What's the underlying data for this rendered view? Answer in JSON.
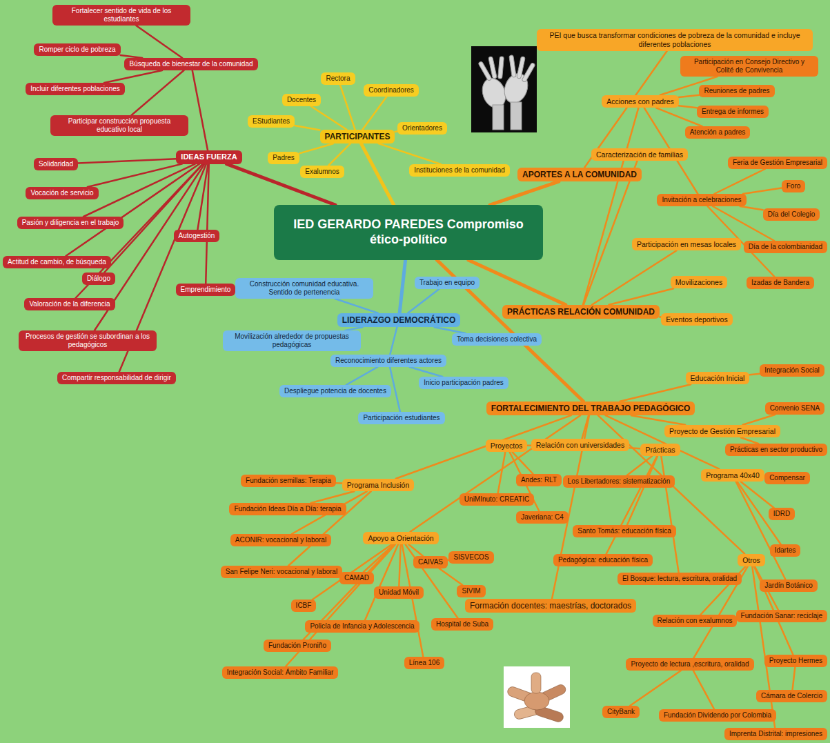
{
  "diagram": {
    "nodes": [
      {
        "text": [
          "IED GERARDO PAREDES Compromiso ético-político"
        ]
      },
      {
        "text": [
          "PARTICIPANTES"
        ]
      },
      {
        "text": [
          "Rectora"
        ]
      },
      {
        "text": [
          "Coordinadores"
        ]
      },
      {
        "text": [
          "Docentes"
        ]
      },
      {
        "text": [
          "EStudiantes"
        ]
      },
      {
        "text": [
          "Orientadores"
        ]
      },
      {
        "text": [
          "Padres"
        ]
      },
      {
        "text": [
          "Exalumnos"
        ]
      },
      {
        "text": [
          "Instituciones de la comunidad"
        ]
      },
      {
        "text": [
          "IDEAS FUERZA"
        ]
      },
      {
        "text": [
          "Búsqueda de bienestar de la comunidad"
        ]
      },
      {
        "text": [
          "Fortalecer sentido de vida de los estudiantes"
        ]
      },
      {
        "text": [
          "Romper ciclo de pobreza"
        ]
      },
      {
        "text": [
          "Incluir diferentes poblaciones"
        ]
      },
      {
        "text": [
          "Participar construcción propuesta educativo local"
        ]
      },
      {
        "text": [
          "Solidaridad"
        ]
      },
      {
        "text": [
          "Vocación de servicio"
        ]
      },
      {
        "text": [
          "Pasión y diligencia en el trabajo"
        ]
      },
      {
        "text": [
          "Actitud de cambio, de búsqueda"
        ]
      },
      {
        "text": [
          "Diálogo"
        ]
      },
      {
        "text": [
          "Valoración de la diferencia"
        ]
      },
      {
        "text": [
          "Procesos de gestión se subordinan a los pedagógicos"
        ]
      },
      {
        "text": [
          "Compartir responsabilidad de dirigir"
        ]
      },
      {
        "text": [
          "Autogestión"
        ]
      },
      {
        "text": [
          "Emprendimiento"
        ]
      },
      {
        "text": [
          "LIDERAZGO DEMOCRÁTICO"
        ]
      },
      {
        "text": [
          "Construcción comunidad educativa. Sentido de pertenencia"
        ]
      },
      {
        "text": [
          "Trabajo en equipo"
        ]
      },
      {
        "text": [
          "Toma decisiones colectiva"
        ]
      },
      {
        "text": [
          "Movilización alrededor de propuestas pedagógicas"
        ]
      },
      {
        "text": [
          "Reconocimiento diferentes actores"
        ]
      },
      {
        "text": [
          "Despliegue potencia de docentes"
        ]
      },
      {
        "text": [
          "Inicio participación padres"
        ]
      },
      {
        "text": [
          "Participación estudiantes"
        ]
      },
      {
        "text": [
          "APORTES A LA COMUNIDAD"
        ]
      },
      {
        "text": [
          "PEI que busca transformar condiciones de pobreza de la comunidad e incluye diferentes poblaciones"
        ]
      },
      {
        "text": [
          "PRÁCTICAS RELACIÓN COMUNIDAD"
        ]
      },
      {
        "text": [
          "Acciones con padres"
        ]
      },
      {
        "text": [
          "Caracterización de familias"
        ]
      },
      {
        "text": [
          "Participación en Consejo Directivo y Colité de Convivencia"
        ]
      },
      {
        "text": [
          "Reuniones de padres"
        ]
      },
      {
        "text": [
          "Entrega de informes"
        ]
      },
      {
        "text": [
          "Atención a padres"
        ]
      },
      {
        "text": [
          "Invitación a celebraciones"
        ]
      },
      {
        "text": [
          "Feria de Gestión Empresarial"
        ]
      },
      {
        "text": [
          "Foro"
        ]
      },
      {
        "text": [
          "Día del Colegio"
        ]
      },
      {
        "text": [
          "Día de la colombianidad"
        ]
      },
      {
        "text": [
          "Izadas de Bandera"
        ]
      },
      {
        "text": [
          "Participación en mesas locales"
        ]
      },
      {
        "text": [
          "Movilizaciones"
        ]
      },
      {
        "text": [
          "Eventos deportivos"
        ]
      },
      {
        "text": [
          "FORTALECIMIENTO DEL TRABAJO PEDAGÓGICO"
        ]
      },
      {
        "text": [
          "Educación Inicial"
        ]
      },
      {
        "text": [
          "Integración Social"
        ]
      },
      {
        "text": [
          "Proyecto de Gestión Empresarial"
        ]
      },
      {
        "text": [
          "Convenio SENA"
        ]
      },
      {
        "text": [
          "Prácticas en sector productivo"
        ]
      },
      {
        "text": [
          "Programa 40x40"
        ]
      },
      {
        "text": [
          "Compensar"
        ]
      },
      {
        "text": [
          "IDRD"
        ]
      },
      {
        "text": [
          "Idartes"
        ]
      },
      {
        "text": [
          "Jardín Botánico"
        ]
      },
      {
        "text": [
          "Otros"
        ]
      },
      {
        "text": [
          "Relación con exalumnos"
        ]
      },
      {
        "text": [
          "Fundación Sanar: reciclaje"
        ]
      },
      {
        "text": [
          "Proyecto Hermes"
        ]
      },
      {
        "text": [
          "Cámara de Colercio"
        ]
      },
      {
        "text": [
          "Imprenta Distrital: impresiones"
        ]
      },
      {
        "text": [
          "Proyecto de lectura ,escritura, oralidad"
        ]
      },
      {
        "text": [
          "CityBank"
        ]
      },
      {
        "text": [
          "Fundación Dividendo por Colombia"
        ]
      },
      {
        "text": [
          "Relación con universidades"
        ]
      },
      {
        "text": [
          "Proyectos"
        ]
      },
      {
        "text": [
          "Andes: RLT"
        ]
      },
      {
        "text": [
          "Javeriana: C4"
        ]
      },
      {
        "text": [
          "UniMInuto: CREATIC"
        ]
      },
      {
        "text": [
          "Prácticas"
        ]
      },
      {
        "text": [
          "Los Libertadores: sistematización"
        ]
      },
      {
        "text": [
          "Santo Tomás: educación física"
        ]
      },
      {
        "text": [
          "Pedagógica: educación física"
        ]
      },
      {
        "text": [
          "El Bosque: lectura, escritura, oralidad"
        ]
      },
      {
        "text": [
          "Formación docentes: maestrías, doctorados"
        ]
      },
      {
        "text": [
          "Programa Inclusión"
        ]
      },
      {
        "text": [
          "Fundación semillas: Terapia"
        ]
      },
      {
        "text": [
          "Fundación Ideas Día a Día: terapia"
        ]
      },
      {
        "text": [
          "ACONIR: vocacional y laboral"
        ]
      },
      {
        "text": [
          "San Felipe Neri: vocacional y laboral"
        ]
      },
      {
        "text": [
          "Apoyo a Orientación"
        ]
      },
      {
        "text": [
          "CAMAD"
        ]
      },
      {
        "text": [
          "Unidad Móvil"
        ]
      },
      {
        "text": [
          "CAIVAS"
        ]
      },
      {
        "text": [
          "SISVECOS"
        ]
      },
      {
        "text": [
          "SIVIM"
        ]
      },
      {
        "text": [
          "Hospital de Suba"
        ]
      },
      {
        "text": [
          "Línea 106"
        ]
      },
      {
        "text": [
          "Policía de Infancia y Adolescencia"
        ]
      },
      {
        "text": [
          "ICBF"
        ]
      },
      {
        "text": [
          "Fundación Proniño"
        ]
      },
      {
        "text": [
          "Integración Social: Ámbito Familiar"
        ]
      }
    ],
    "edges": [
      {
        "from": 0,
        "to": 1,
        "arrow": "none"
      },
      {
        "from": 1,
        "to": 2,
        "arrow": "none"
      },
      {
        "from": 1,
        "to": 3,
        "arrow": "none"
      },
      {
        "from": 1,
        "to": 4,
        "arrow": "none"
      },
      {
        "from": 1,
        "to": 5,
        "arrow": "none"
      },
      {
        "from": 1,
        "to": 6,
        "arrow": "none"
      },
      {
        "from": 1,
        "to": 7,
        "arrow": "none"
      },
      {
        "from": 1,
        "to": 8,
        "arrow": "none"
      },
      {
        "from": 1,
        "to": 9,
        "arrow": "none"
      },
      {
        "from": 0,
        "to": 10,
        "arrow": "none"
      },
      {
        "from": 10,
        "to": 11,
        "arrow": "none"
      },
      {
        "from": 11,
        "to": 12,
        "arrow": "none"
      },
      {
        "from": 11,
        "to": 13,
        "arrow": "none"
      },
      {
        "from": 11,
        "to": 14,
        "arrow": "none"
      },
      {
        "from": 11,
        "to": 15,
        "arrow": "none"
      },
      {
        "from": 10,
        "to": 16,
        "arrow": "none"
      },
      {
        "from": 10,
        "to": 17,
        "arrow": "none"
      },
      {
        "from": 10,
        "to": 18,
        "arrow": "none"
      },
      {
        "from": 10,
        "to": 19,
        "arrow": "none"
      },
      {
        "from": 10,
        "to": 20,
        "arrow": "none"
      },
      {
        "from": 10,
        "to": 21,
        "arrow": "none"
      },
      {
        "from": 10,
        "to": 22,
        "arrow": "none"
      },
      {
        "from": 10,
        "to": 23,
        "arrow": "none"
      },
      {
        "from": 10,
        "to": 24,
        "arrow": "none"
      },
      {
        "from": 10,
        "to": 25,
        "arrow": "none"
      },
      {
        "from": 0,
        "to": 26,
        "arrow": "none"
      },
      {
        "from": 26,
        "to": 27,
        "arrow": "none"
      },
      {
        "from": 26,
        "to": 28,
        "arrow": "none"
      },
      {
        "from": 26,
        "to": 29,
        "arrow": "none"
      },
      {
        "from": 26,
        "to": 30,
        "arrow": "none"
      },
      {
        "from": 26,
        "to": 31,
        "arrow": "none"
      },
      {
        "from": 31,
        "to": 32,
        "arrow": "none"
      },
      {
        "from": 31,
        "to": 33,
        "arrow": "none"
      },
      {
        "from": 31,
        "to": 34,
        "arrow": "none"
      },
      {
        "from": 0,
        "to": 35,
        "arrow": "none"
      },
      {
        "from": 35,
        "to": 36,
        "arrow": "none"
      },
      {
        "from": 0,
        "to": 37,
        "arrow": "none"
      },
      {
        "from": 37,
        "to": 38,
        "arrow": "none"
      },
      {
        "from": 37,
        "to": 39,
        "arrow": "none"
      },
      {
        "from": 38,
        "to": 40,
        "arrow": "none"
      },
      {
        "from": 38,
        "to": 41,
        "arrow": "none"
      },
      {
        "from": 38,
        "to": 42,
        "arrow": "none"
      },
      {
        "from": 38,
        "to": 43,
        "arrow": "none"
      },
      {
        "from": 38,
        "to": 44,
        "arrow": "none"
      },
      {
        "from": 44,
        "to": 45,
        "arrow": "none"
      },
      {
        "from": 44,
        "to": 46,
        "arrow": "none"
      },
      {
        "from": 44,
        "to": 47,
        "arrow": "none"
      },
      {
        "from": 44,
        "to": 48,
        "arrow": "none"
      },
      {
        "from": 44,
        "to": 49,
        "arrow": "none"
      },
      {
        "from": 37,
        "to": 50,
        "arrow": "none"
      },
      {
        "from": 37,
        "to": 51,
        "arrow": "none"
      },
      {
        "from": 37,
        "to": 52,
        "arrow": "none"
      },
      {
        "from": 0,
        "to": 53,
        "arrow": "none"
      },
      {
        "from": 53,
        "to": 54,
        "arrow": "none"
      },
      {
        "from": 54,
        "to": 55,
        "arrow": "none"
      },
      {
        "from": 53,
        "to": 56,
        "arrow": "none"
      },
      {
        "from": 56,
        "to": 57,
        "arrow": "none"
      },
      {
        "from": 56,
        "to": 58,
        "arrow": "none"
      },
      {
        "from": 53,
        "to": 59,
        "arrow": "none"
      },
      {
        "from": 59,
        "to": 60,
        "arrow": "none"
      },
      {
        "from": 59,
        "to": 61,
        "arrow": "none"
      },
      {
        "from": 59,
        "to": 62,
        "arrow": "none"
      },
      {
        "from": 59,
        "to": 63,
        "arrow": "none"
      },
      {
        "from": 53,
        "to": 64,
        "arrow": "none"
      },
      {
        "from": 64,
        "to": 65,
        "arrow": "none"
      },
      {
        "from": 64,
        "to": 66,
        "arrow": "none"
      },
      {
        "from": 64,
        "to": 67,
        "arrow": "none"
      },
      {
        "from": 67,
        "to": 68,
        "arrow": "none"
      },
      {
        "from": 64,
        "to": 69,
        "arrow": "none"
      },
      {
        "from": 64,
        "to": 70,
        "arrow": "none"
      },
      {
        "from": 70,
        "to": 71,
        "arrow": "none"
      },
      {
        "from": 70,
        "to": 72,
        "arrow": "none"
      },
      {
        "from": 53,
        "to": 73,
        "arrow": "none"
      },
      {
        "from": 73,
        "to": 74,
        "arrow": "none"
      },
      {
        "from": 74,
        "to": 75,
        "arrow": "none"
      },
      {
        "from": 74,
        "to": 76,
        "arrow": "none"
      },
      {
        "from": 74,
        "to": 77,
        "arrow": "none"
      },
      {
        "from": 73,
        "to": 78,
        "arrow": "none"
      },
      {
        "from": 78,
        "to": 79,
        "arrow": "none"
      },
      {
        "from": 78,
        "to": 80,
        "arrow": "none"
      },
      {
        "from": 78,
        "to": 81,
        "arrow": "none"
      },
      {
        "from": 78,
        "to": 82,
        "arrow": "none"
      },
      {
        "from": 53,
        "to": 83,
        "arrow": "none"
      },
      {
        "from": 53,
        "to": 84,
        "arrow": "none"
      },
      {
        "from": 84,
        "to": 85,
        "arrow": "none"
      },
      {
        "from": 84,
        "to": 86,
        "arrow": "none"
      },
      {
        "from": 84,
        "to": 87,
        "arrow": "none"
      },
      {
        "from": 84,
        "to": 88,
        "arrow": "none"
      },
      {
        "from": 53,
        "to": 89,
        "arrow": "none"
      },
      {
        "from": 89,
        "to": 90,
        "arrow": "none"
      },
      {
        "from": 89,
        "to": 91,
        "arrow": "none"
      },
      {
        "from": 89,
        "to": 92,
        "arrow": "none"
      },
      {
        "from": 92,
        "to": 93,
        "arrow": "none"
      },
      {
        "from": 92,
        "to": 94,
        "arrow": "none"
      },
      {
        "from": 89,
        "to": 95,
        "arrow": "none"
      },
      {
        "from": 89,
        "to": 96,
        "arrow": "none"
      },
      {
        "from": 89,
        "to": 97,
        "arrow": "none"
      },
      {
        "from": 89,
        "to": 98,
        "arrow": "none"
      },
      {
        "from": 89,
        "to": 99,
        "arrow": "none"
      },
      {
        "from": 89,
        "to": 100,
        "arrow": "none"
      }
    ]
  }
}
